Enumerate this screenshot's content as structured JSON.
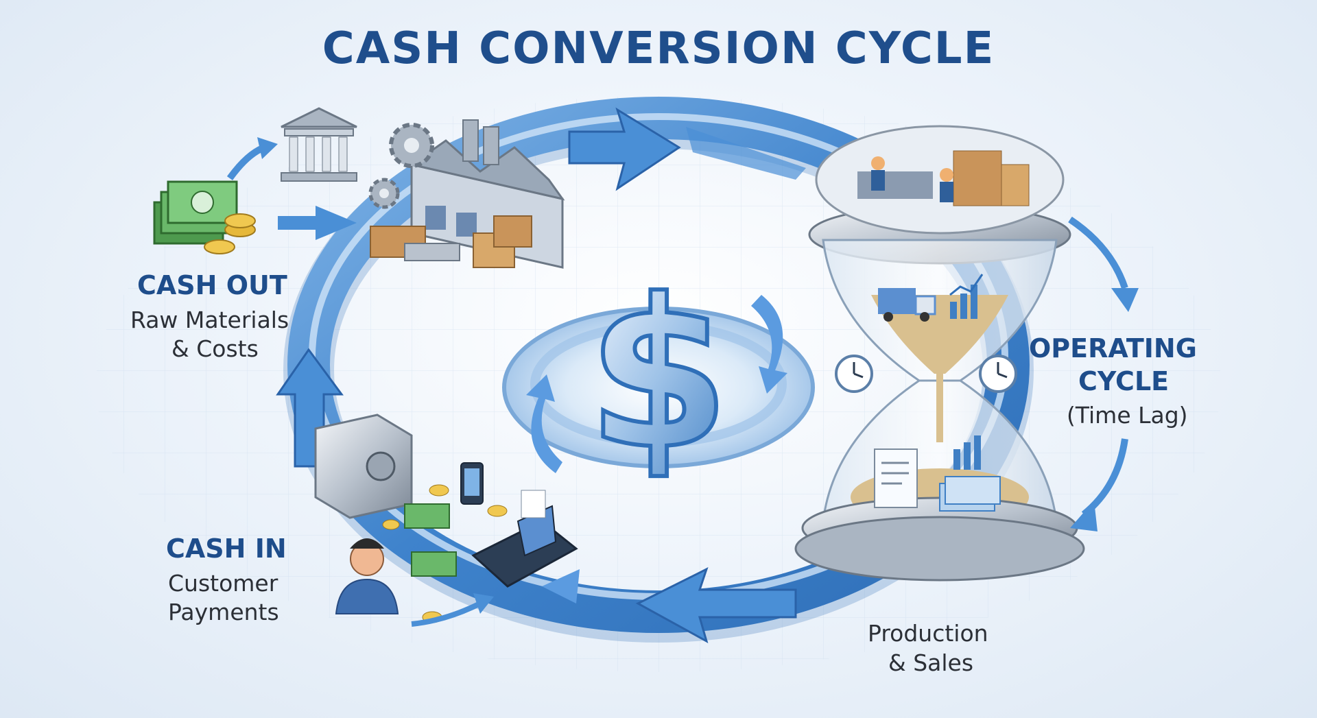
{
  "title": "CASH CONVERSION CYCLE",
  "cash_out": {
    "heading": "CASH OUT",
    "line1": "Raw Materials",
    "line2": "& Costs"
  },
  "cash_in": {
    "heading": "CASH IN",
    "line1": "Customer",
    "line2": "Payments"
  },
  "operating": {
    "line1": "OPERATING",
    "line2": "CYCLE",
    "line3": "(Time Lag)"
  },
  "production": {
    "line1": "Production",
    "line2": "& Sales"
  },
  "symbols": {
    "dollar": "$"
  },
  "colors": {
    "title": "#1f4e8c",
    "ring": "#3f83cc",
    "ring_light": "#a9cdf0",
    "sand": "#d9c08f",
    "money": "#5aa85a",
    "gold": "#e6b83a"
  },
  "icons": [
    "bank-icon",
    "cash-stack-icon",
    "factory-icon",
    "gear-icon",
    "box-icon",
    "hourglass-icon",
    "clock-icon",
    "truck-icon",
    "chart-icon",
    "invoice-icon",
    "safe-icon",
    "payment-terminal-icon",
    "phone-icon",
    "customer-icon",
    "coin-icon",
    "dollar-icon"
  ]
}
